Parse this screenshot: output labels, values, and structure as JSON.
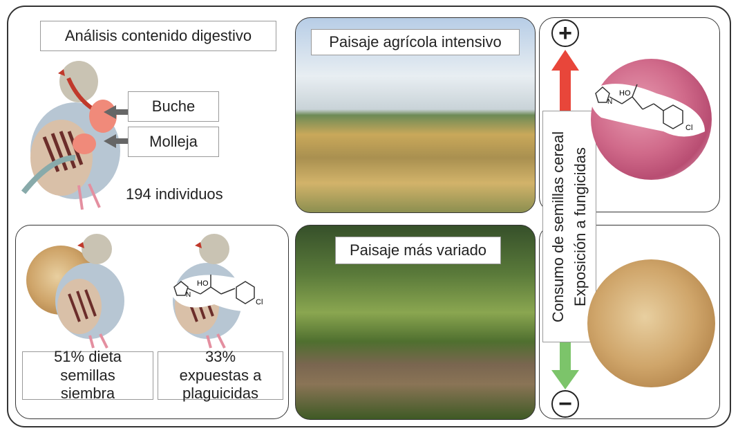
{
  "top_left": {
    "title": "Análisis contenido digestivo",
    "crop_label": "Buche",
    "gizzard_label": "Molleja",
    "sample_count": "194 individuos"
  },
  "bottom_left": {
    "diet_stat": "51% dieta semillas siembra",
    "exposure_stat": "33% expuestas a plaguicidas"
  },
  "photos": {
    "intensive_title": "Paisaje agrícola intensivo",
    "varied_title": "Paisaje más variado"
  },
  "gradient": {
    "plus": "+",
    "minus": "−",
    "line1": "Consumo de semillas cereal",
    "line2": "Exposición a fungicidas"
  },
  "molecule": {
    "hydroxyl": "HO",
    "nitrogen": "N",
    "chlorine": "Cl"
  },
  "colors": {
    "up_arrow": "#e8463a",
    "down_arrow": "#7cc46a"
  }
}
